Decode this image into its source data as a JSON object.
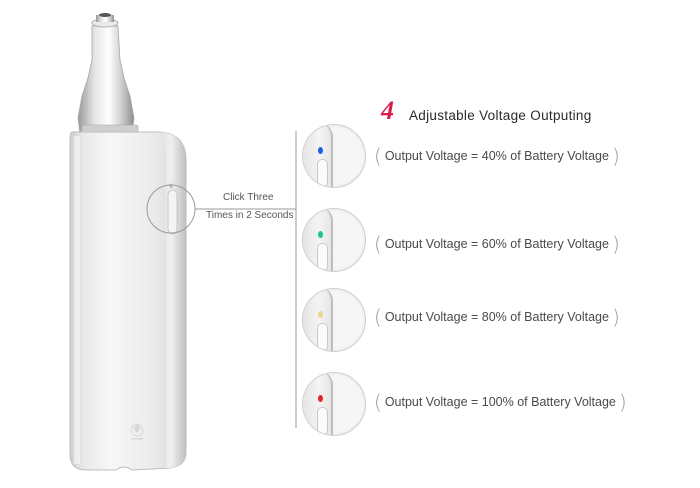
{
  "title": {
    "number": "4",
    "text": "Adjustable Voltage Outputing"
  },
  "instruction": {
    "line1": "Click Three",
    "line2": "Times in 2 Seconds"
  },
  "voltage_options": [
    {
      "label": "Output Voltage = 40% of Battery Voltage",
      "led_color": "#1f5fe0"
    },
    {
      "label": "Output Voltage = 60% of Battery Voltage",
      "led_color": "#1fc48c"
    },
    {
      "label": "Output Voltage = 80% of Battery Voltage",
      "led_color": "#ead98c"
    },
    {
      "label": "Output Voltage = 100% of Battery Voltage",
      "led_color": "#e02626"
    }
  ]
}
